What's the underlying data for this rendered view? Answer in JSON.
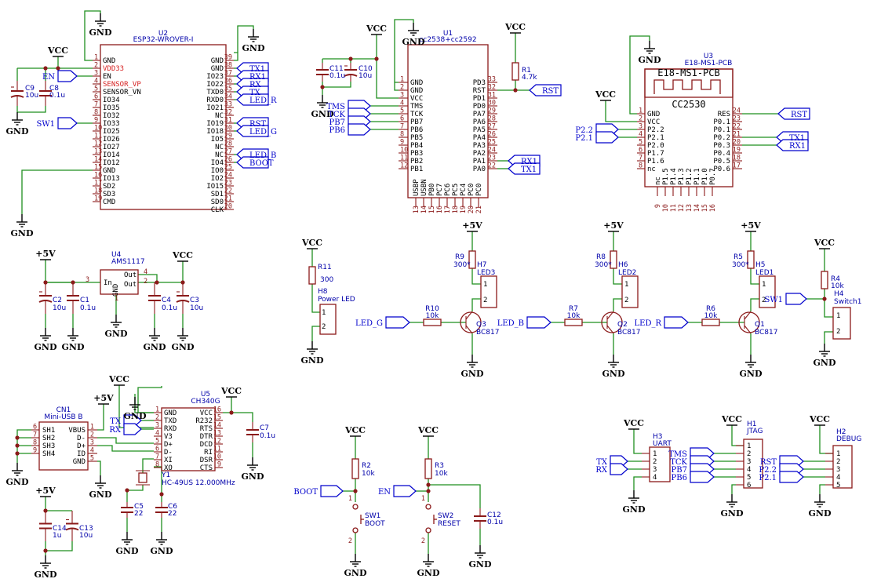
{
  "colors": {
    "wire": "#1f8f1f",
    "body": "#8b1a1a",
    "label": "#0000cc",
    "red_pin": "#d62020"
  },
  "power": {
    "gnd": "GND",
    "vcc": "VCC",
    "p5v": "+5V"
  },
  "u2": {
    "ref": "U2",
    "value": "ESP32-WROVER-I",
    "left": [
      [
        "1",
        "GND",
        false
      ],
      [
        "2",
        "VDD33",
        true
      ],
      [
        "3",
        "EN",
        false
      ],
      [
        "4",
        "SENSOR_VP",
        true
      ],
      [
        "5",
        "SENSOR_VN",
        false
      ],
      [
        "6",
        "IO34",
        false
      ],
      [
        "7",
        "IO35",
        false
      ],
      [
        "8",
        "IO32",
        false
      ],
      [
        "9",
        "IO33",
        false
      ],
      [
        "10",
        "IO25",
        false
      ],
      [
        "11",
        "IO26",
        false
      ],
      [
        "12",
        "IO27",
        false
      ],
      [
        "13",
        "IO14",
        false
      ],
      [
        "14",
        "IO12",
        false
      ],
      [
        "15",
        "GND",
        false
      ],
      [
        "16",
        "IO13",
        false
      ],
      [
        "17",
        "SD2",
        false
      ],
      [
        "18",
        "SD3",
        false
      ],
      [
        "19",
        "CMD",
        false
      ]
    ],
    "right": [
      [
        "39",
        "GND"
      ],
      [
        "38",
        "GND"
      ],
      [
        "37",
        "IO23"
      ],
      [
        "36",
        "IO22"
      ],
      [
        "35",
        "TXD0"
      ],
      [
        "34",
        "RXD0"
      ],
      [
        "33",
        "IO21"
      ],
      [
        "32",
        "NC"
      ],
      [
        "31",
        "IO19"
      ],
      [
        "30",
        "IO18"
      ],
      [
        "29",
        "IO5"
      ],
      [
        "28",
        "NC"
      ],
      [
        "27",
        "NC"
      ],
      [
        "26",
        "IO4"
      ],
      [
        "25",
        "IO0"
      ],
      [
        "24",
        "IO2"
      ],
      [
        "23",
        "IO15"
      ],
      [
        "22",
        "SD1"
      ],
      [
        "21",
        "SD0"
      ],
      [
        "20",
        "CLK"
      ]
    ],
    "labels": {
      "tx1": "TX1",
      "rx1": "RX1",
      "rx": "RX",
      "tx": "TX",
      "led_r": "LED_R",
      "rst": "RST",
      "led_g": "LED_G",
      "led_b": "LED_B",
      "boot": "BOOT",
      "en": "EN",
      "sw1": "SW1"
    }
  },
  "c9": {
    "ref": "C9",
    "value": "10u"
  },
  "c8": {
    "ref": "C8",
    "value": "0.1u"
  },
  "u1": {
    "ref": "U1",
    "value": "cc2538+cc2592",
    "left": [
      [
        "1",
        "GND"
      ],
      [
        "2",
        "GND"
      ],
      [
        "3",
        "VCC"
      ],
      [
        "4",
        "TMS"
      ],
      [
        "5",
        "TCK"
      ],
      [
        "6",
        "PB7"
      ],
      [
        "7",
        "PB6"
      ],
      [
        "8",
        "PB5"
      ],
      [
        "9",
        "PB4"
      ],
      [
        "10",
        "PB3"
      ],
      [
        "11",
        "PB2"
      ],
      [
        "12",
        "PB1"
      ]
    ],
    "right": [
      [
        "33",
        "PD3"
      ],
      [
        "32",
        "RST"
      ],
      [
        "31",
        "PD1"
      ],
      [
        "30",
        "PD0"
      ],
      [
        "29",
        "PA7"
      ],
      [
        "28",
        "PA6"
      ],
      [
        "27",
        "PA5"
      ],
      [
        "26",
        "PA4"
      ],
      [
        "25",
        "PA3"
      ],
      [
        "24",
        "PA2"
      ],
      [
        "23",
        "PA1"
      ],
      [
        "22",
        "PA0"
      ]
    ],
    "bottom": [
      [
        "13",
        "USBP"
      ],
      [
        "14",
        "USBN"
      ],
      [
        "15",
        "PB0"
      ],
      [
        "16",
        "PC7"
      ],
      [
        "17",
        "PC6"
      ],
      [
        "18",
        "PC5"
      ],
      [
        "19",
        "PC4"
      ],
      [
        "20",
        "PC0"
      ],
      [
        "21",
        "PC0"
      ]
    ],
    "labels": {
      "tms": "TMS",
      "tck": "TCK",
      "pb7": "PB7",
      "pb6": "PB6",
      "rst": "RST",
      "rx1": "RX1",
      "tx1": "TX1"
    }
  },
  "c11": {
    "ref": "C11",
    "value": "0.1u"
  },
  "c10": {
    "ref": "C10",
    "value": "10u"
  },
  "r1": {
    "ref": "R1",
    "value": "4.7k"
  },
  "u3": {
    "ref": "U3",
    "value": "E18-MS1-PCB",
    "antenna": "E18-MS1-PCB",
    "chip": "CC2530",
    "left": [
      [
        "1",
        "GND"
      ],
      [
        "2",
        "VCC"
      ],
      [
        "3",
        "P2.2"
      ],
      [
        "4",
        "P2.1"
      ],
      [
        "5",
        "P2.0"
      ],
      [
        "6",
        "P1.7"
      ],
      [
        "7",
        "P1.6"
      ],
      [
        "8",
        "nc"
      ]
    ],
    "right": [
      [
        "24",
        "RES"
      ],
      [
        "23",
        "P0.1"
      ],
      [
        "22",
        "P0.1"
      ],
      [
        "21",
        "P0.2"
      ],
      [
        "20",
        "P0.3"
      ],
      [
        "19",
        "P0.4"
      ],
      [
        "18",
        "P0.5"
      ],
      [
        "17",
        "P0.6"
      ]
    ],
    "bottom": [
      [
        "9",
        "nc"
      ],
      [
        "10",
        "P1.5"
      ],
      [
        "11",
        "P1.4"
      ],
      [
        "12",
        "P1.3"
      ],
      [
        "13",
        "P1.2"
      ],
      [
        "14",
        "P1.1"
      ],
      [
        "15",
        "P1.0"
      ],
      [
        "16",
        "P0.7"
      ]
    ],
    "labels": {
      "p22": "P2.2",
      "p21": "P2.1",
      "rst": "RST",
      "tx1": "TX1",
      "rx1": "RX1"
    }
  },
  "u4": {
    "ref": "U4",
    "value": "AMS1117",
    "pins": [
      [
        "3",
        "In"
      ],
      [
        "4",
        "Out"
      ],
      [
        "2",
        "Out"
      ],
      [
        "1",
        "GND"
      ]
    ]
  },
  "c2": {
    "ref": "C2",
    "value": "10u"
  },
  "c1": {
    "ref": "C1",
    "value": "0.1u"
  },
  "c4": {
    "ref": "C4",
    "value": "0.1u"
  },
  "c3": {
    "ref": "C3",
    "value": "10u"
  },
  "power_led": {
    "r_ref": "R11",
    "r_val": "300",
    "h_ref": "H8",
    "h_val": "Power LED"
  },
  "leds": [
    {
      "rref": "R9",
      "rval": "300*",
      "href": "H7",
      "hval": "LED3",
      "bref": "R10",
      "bval": "10k",
      "qref": "Q3",
      "qval": "BC817",
      "net": "LED_G"
    },
    {
      "rref": "R8",
      "rval": "300*",
      "href": "H6",
      "hval": "LED2",
      "bref": "R7",
      "bval": "10k",
      "qref": "Q2",
      "qval": "BC817",
      "net": "LED_B"
    },
    {
      "rref": "R5",
      "rval": "300*",
      "href": "H5",
      "hval": "LED1",
      "bref": "R6",
      "bval": "10k",
      "qref": "Q1",
      "qval": "BC817",
      "net": "LED_R"
    }
  ],
  "switch1": {
    "rref": "R4",
    "rval": "10k",
    "href": "H4",
    "hval": "Switch1",
    "net": "SW1"
  },
  "cn1": {
    "ref": "CN1",
    "value": "Mini-USB B",
    "left": [
      [
        "6",
        "SH1"
      ],
      [
        "7",
        "SH2"
      ],
      [
        "8",
        "SH3"
      ],
      [
        "9",
        "SH4"
      ]
    ],
    "right": [
      [
        "1",
        "VBUS"
      ],
      [
        "2",
        "D-"
      ],
      [
        "3",
        "D+"
      ],
      [
        "4",
        "ID"
      ],
      [
        "5",
        "GND"
      ]
    ]
  },
  "u5": {
    "ref": "U5",
    "value": "CH340G",
    "left": [
      [
        "1",
        "GND"
      ],
      [
        "2",
        "TXD"
      ],
      [
        "3",
        "RXD"
      ],
      [
        "4",
        "V3"
      ],
      [
        "5",
        "D+"
      ],
      [
        "6",
        "D-"
      ],
      [
        "7",
        "XI"
      ],
      [
        "8",
        "XO"
      ]
    ],
    "right": [
      [
        "16",
        "VCC"
      ],
      [
        "15",
        "R232"
      ],
      [
        "14",
        "RTS"
      ],
      [
        "13",
        "DTR"
      ],
      [
        "12",
        "DCD"
      ],
      [
        "11",
        "RI"
      ],
      [
        "10",
        "DSR"
      ],
      [
        "9",
        "CTS"
      ]
    ],
    "labels": {
      "tx": "TX",
      "rx": "RX"
    }
  },
  "c7": {
    "ref": "C7",
    "value": "0.1u"
  },
  "y1": {
    "ref": "Y1",
    "value": "HC-49US 12.000MHz"
  },
  "c5": {
    "ref": "C5",
    "value": "22"
  },
  "c6": {
    "ref": "C6",
    "value": "22"
  },
  "c14": {
    "ref": "C14",
    "value": "1u"
  },
  "c13": {
    "ref": "C13",
    "value": "10u"
  },
  "sw_boot": {
    "rref": "R2",
    "rval": "10k",
    "ref": "SW1",
    "value": "BOOT",
    "net": "BOOT"
  },
  "sw_reset": {
    "rref": "R3",
    "rval": "10k",
    "ref": "SW2",
    "value": "RESET",
    "net": "EN"
  },
  "c12": {
    "ref": "C12",
    "value": "0.1u"
  },
  "h3": {
    "ref": "H3",
    "value": "UART",
    "pins": [
      "1",
      "2",
      "3",
      "4"
    ],
    "labels": {
      "tx": "TX",
      "rx": "RX"
    }
  },
  "h1": {
    "ref": "H1",
    "value": "JTAG",
    "pins": [
      "1",
      "2",
      "3",
      "4",
      "5",
      "6"
    ],
    "labels": [
      "TMS",
      "TCK",
      "PB7",
      "PB6"
    ]
  },
  "h2": {
    "ref": "H2",
    "value": "DEBUG",
    "pins": [
      "1",
      "2",
      "3",
      "4",
      "5"
    ],
    "labels": [
      "RST",
      "P2.2",
      "P2.1"
    ]
  }
}
